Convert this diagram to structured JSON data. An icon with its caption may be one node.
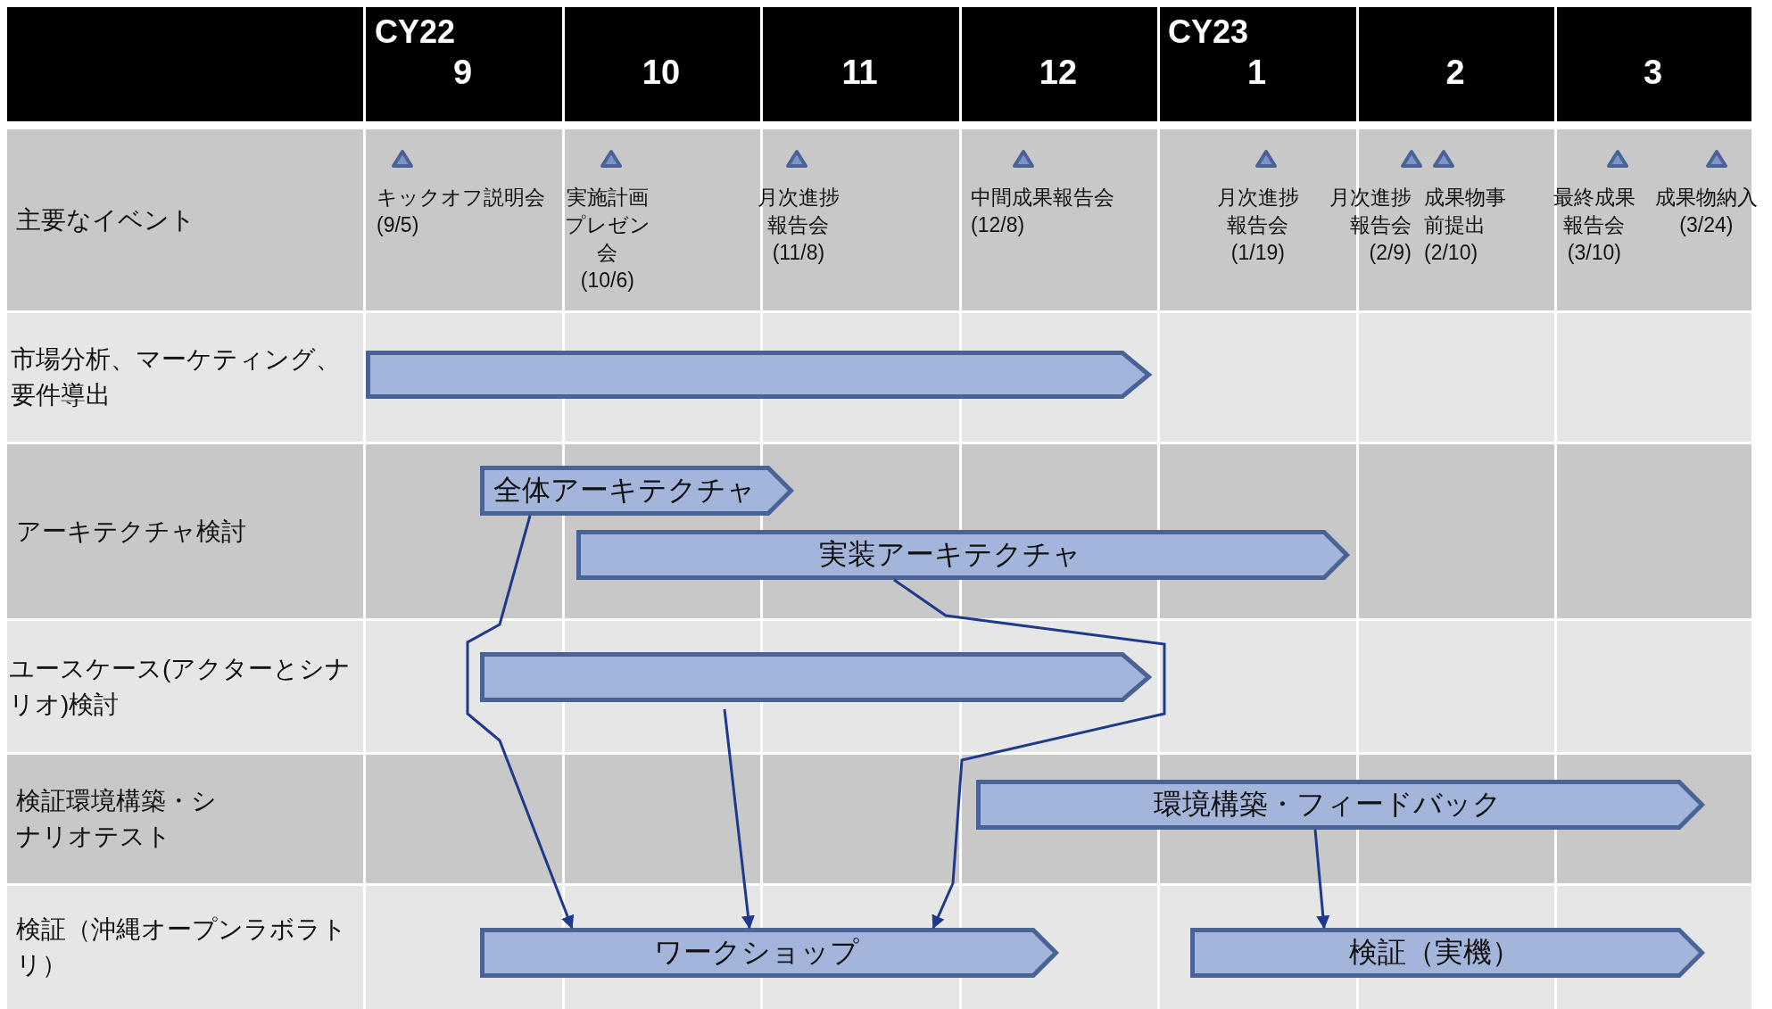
{
  "diagram": {
    "nodes": [
      {
        "text": [],
        "shape": "arrow"
      },
      {
        "text": [
          "全体アーキテクチャ"
        ]
      },
      {
        "text": [
          "実装アーキテクチャ"
        ]
      },
      {
        "text": [],
        "shape": "arrow"
      },
      {
        "text": [
          "環境構築・フィードバック"
        ]
      },
      {
        "text": [
          "ワークショップ"
        ]
      },
      {
        "text": [
          "検証（実機）"
        ]
      }
    ],
    "edges": [
      {
        "from": 1,
        "to": 5,
        "arrow": "to"
      },
      {
        "from": 3,
        "to": 5,
        "arrow": "to"
      },
      {
        "from": 2,
        "to": 5,
        "arrow": "to"
      },
      {
        "from": 4,
        "to": 6,
        "arrow": "to"
      }
    ],
    "labels": [
      "CY22",
      "9",
      "10",
      "11",
      "12",
      "CY23",
      "1",
      "2",
      "3",
      "主要なイベント",
      "キックオフ説明会(9/5)",
      "実施計画プレゼン会(10/6)",
      "月次進捗報告会(11/8)",
      "中間成果報告会(12/8)",
      "月次進捗報告会(1/19)",
      "月次進捗報告会(2/9)",
      "成果物事前提出(2/10)",
      "最終成果報告会(3/10)",
      "成果物納入(3/24)",
      "市場分析、マーケティング、要件導出",
      "アーキテクチャ検討",
      "ユースケース(アクターとシナリオ)検討",
      "検証環境構築・シナリオテスト",
      "検証（沖縄オープンラボラトリ）"
    ]
  }
}
